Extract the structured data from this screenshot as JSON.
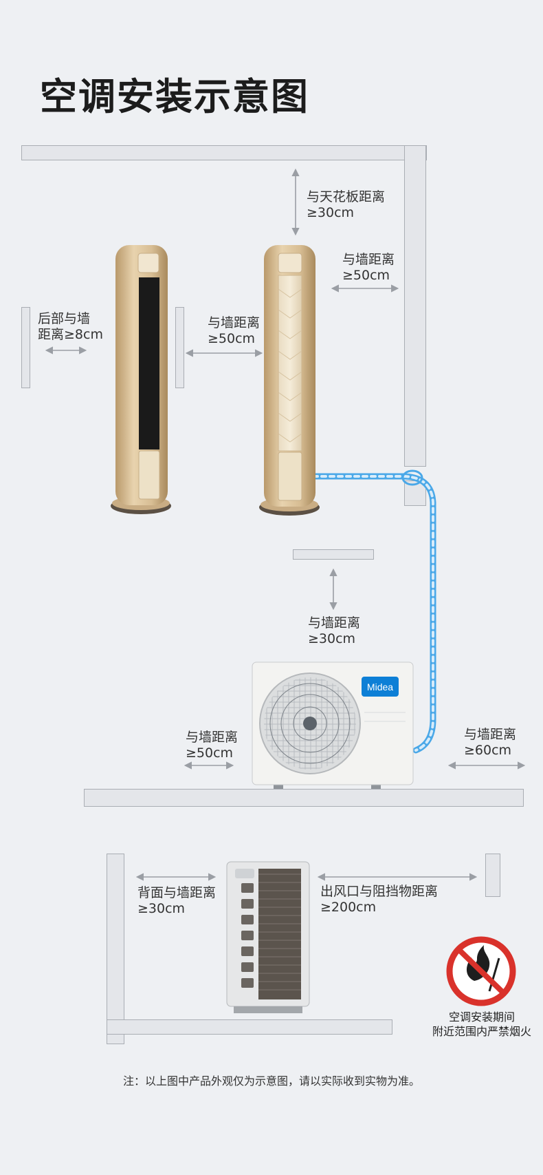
{
  "title": "空调安装示意图",
  "labels": {
    "ceiling": [
      "与天花板距离",
      "≥30cm"
    ],
    "right_wall_top": [
      "与墙距离",
      "≥50cm"
    ],
    "back_wall": [
      "后部与墙",
      "距离≥8cm"
    ],
    "between_units": [
      "与墙距离",
      "≥50cm"
    ],
    "outdoor_top": [
      "与墙距离",
      "≥30cm"
    ],
    "outdoor_left": [
      "与墙距离",
      "≥50cm"
    ],
    "outdoor_right": [
      "与墙距离",
      "≥60cm"
    ],
    "back_side": [
      "背面与墙距离",
      "≥30cm"
    ],
    "outlet": [
      "出风口与阻挡物距离",
      "≥200cm"
    ]
  },
  "brand": "Midea",
  "warning": [
    "空调安装期间",
    "附近范围内严禁烟火"
  ],
  "note": "注：以上图中产品外观仅为示意图，请以实际收到实物为准。",
  "colors": {
    "pipe": "#4aa8e8",
    "unit_gold": "#d8bf97",
    "prohibit_red": "#d9322b",
    "brand_blue": "#0d7fd6"
  }
}
